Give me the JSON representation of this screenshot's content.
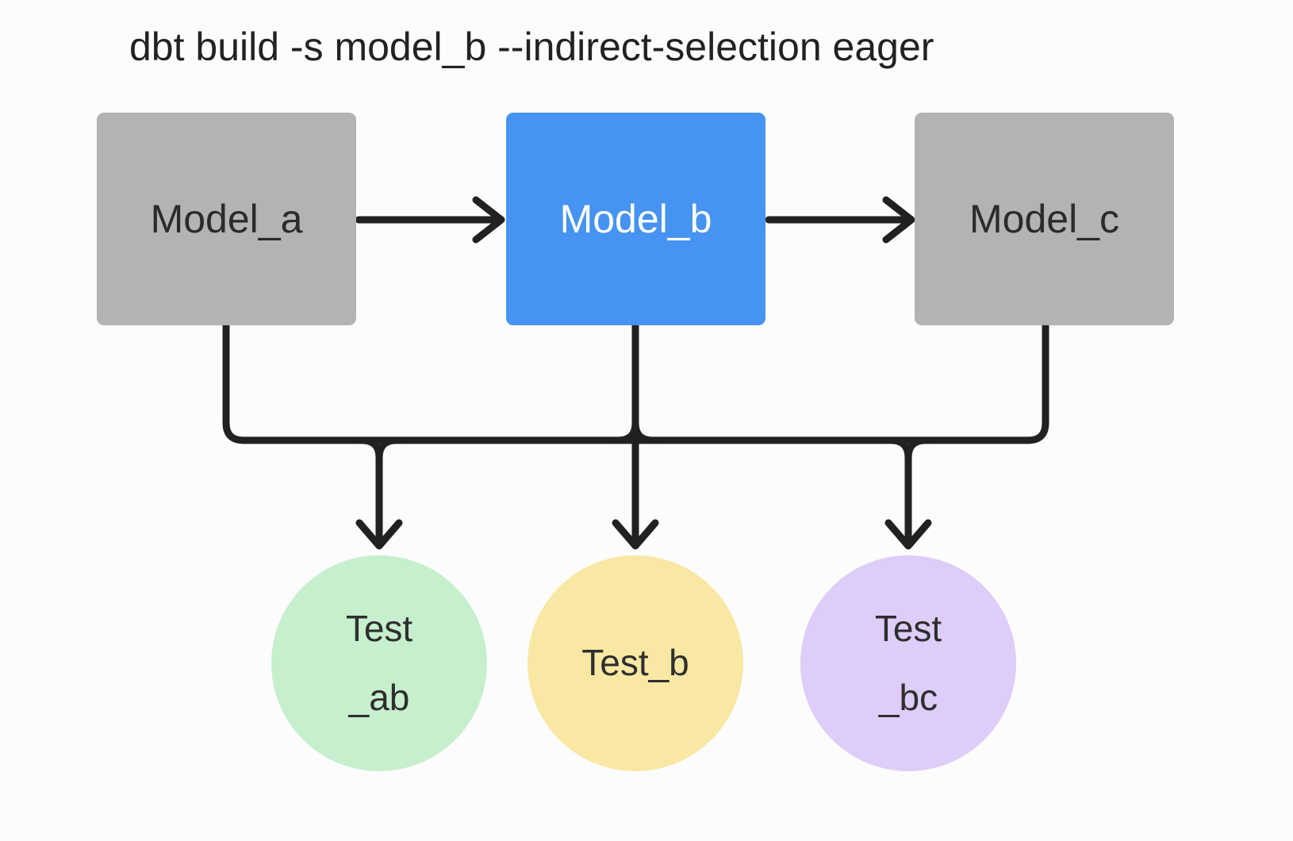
{
  "title": "dbt build -s model_b --indirect-selection eager",
  "diagram": {
    "type": "dag",
    "nodes": {
      "model_a": {
        "label": "Model_a",
        "shape": "rect",
        "fill": "#b3b3b3",
        "text_color": "#2b2b2b"
      },
      "model_b": {
        "label": "Model_b",
        "shape": "rect",
        "fill": "#4793f1",
        "text_color": "#ffffff",
        "selected": true
      },
      "model_c": {
        "label": "Model_c",
        "shape": "rect",
        "fill": "#b3b3b3",
        "text_color": "#2b2b2b"
      },
      "test_ab": {
        "line1": "Test",
        "line2": "_ab",
        "shape": "circle",
        "fill": "#c6efce"
      },
      "test_b": {
        "line1": "Test_b",
        "shape": "circle",
        "fill": "#f8e8a4"
      },
      "test_bc": {
        "line1": "Test",
        "line2": "_bc",
        "shape": "circle",
        "fill": "#decdf8"
      }
    },
    "edges": [
      "model_a → model_b",
      "model_b → model_c",
      "model_a → test_ab",
      "model_b → test_ab",
      "model_b → test_b",
      "model_b → test_bc",
      "model_c → test_bc"
    ],
    "colors": {
      "connector": "#212121",
      "background": "#fcfcfc"
    }
  }
}
